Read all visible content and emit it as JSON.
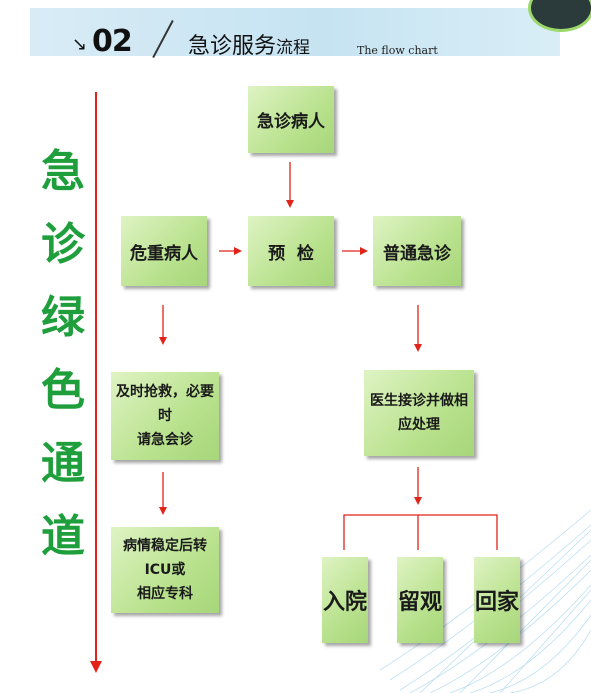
{
  "header": {
    "arrow": "↘",
    "number": "02",
    "title_main": "急诊服务",
    "title_tail": "流程",
    "subtitle": "The flow chart"
  },
  "side_title": [
    "急",
    "诊",
    "绿",
    "色",
    "通",
    "道"
  ],
  "nodes": {
    "emergency_patient": "急诊病人",
    "critical_patient": "危重病人",
    "triage": "预  检",
    "regular_emergency": "普通急诊",
    "rescue_line1": "及时抢救，必要时",
    "rescue_line2": "请急会诊",
    "doctor_treat": "医生接诊并做相应处理",
    "stable_line1": "病情稳定后转ICU或",
    "stable_line2": "相应专科",
    "admit": "入院",
    "observe": "留观",
    "go_home": "回家"
  },
  "colors": {
    "arrow_red": "#e2231a",
    "title_green": "#1f9e3c",
    "box_green": "#b9e28e",
    "banner_blue": "#c6e3f2"
  }
}
